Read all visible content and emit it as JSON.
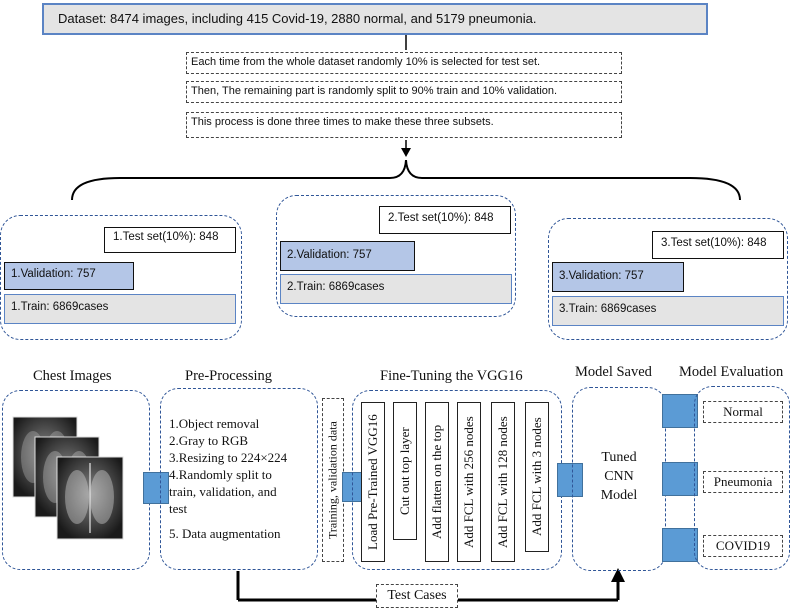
{
  "top": {
    "dataset": "Dataset: 8474 images, including 415 Covid-19, 2880 normal, and 5179 pneumonia.",
    "step1": "Each time from the whole dataset randomly 10% is selected for test set.",
    "step2": "Then, The remaining part is randomly split to 90% train and 10% validation.",
    "step3": "This process is done three times to make these three subsets."
  },
  "subsets": [
    {
      "test": "1.Test set(10%): 848",
      "validation": "1.Validation: 757",
      "train": "1.Train: 6869cases"
    },
    {
      "test": "2.Test set(10%): 848",
      "validation": "2.Validation: 757",
      "train": "2.Train: 6869cases"
    },
    {
      "test": "3.Test set(10%): 848",
      "validation": "3.Validation: 757",
      "train": "3.Train: 6869cases"
    }
  ],
  "pipeline": {
    "chest_images": {
      "title": "Chest Images"
    },
    "preprocessing": {
      "title": "Pre-Processing",
      "items": [
        "1.Object removal",
        "2.Gray to RGB",
        "3.Resizing to 224×224",
        "4.Randomly split to",
        "train, validation, and",
        "test",
        "5. Data augmentation"
      ]
    },
    "train_val_label": "Training, validation data",
    "finetune": {
      "title": "Fine-Tuning the VGG16",
      "steps": [
        "Load Pre-Trained VGG16",
        "Cut out top layer",
        "Add flatten on the top",
        "Add FCL with 256 nodes",
        "Add FCL with 128 nodes",
        "Add FCL with 3 nodes"
      ]
    },
    "saved": {
      "title": "Model Saved",
      "model": [
        "Tuned",
        "CNN",
        "Model"
      ]
    },
    "evaluation": {
      "title": "Model Evaluation",
      "classes": [
        "Normal",
        "Pneumonia",
        "COVID19"
      ]
    },
    "test_cases": "Test Cases"
  },
  "colors": {
    "accent_blue": "#2f5597",
    "connector": "#5b9bd5",
    "validation_fill": "#b4c6e7",
    "train_fill": "#e4e4e4"
  }
}
